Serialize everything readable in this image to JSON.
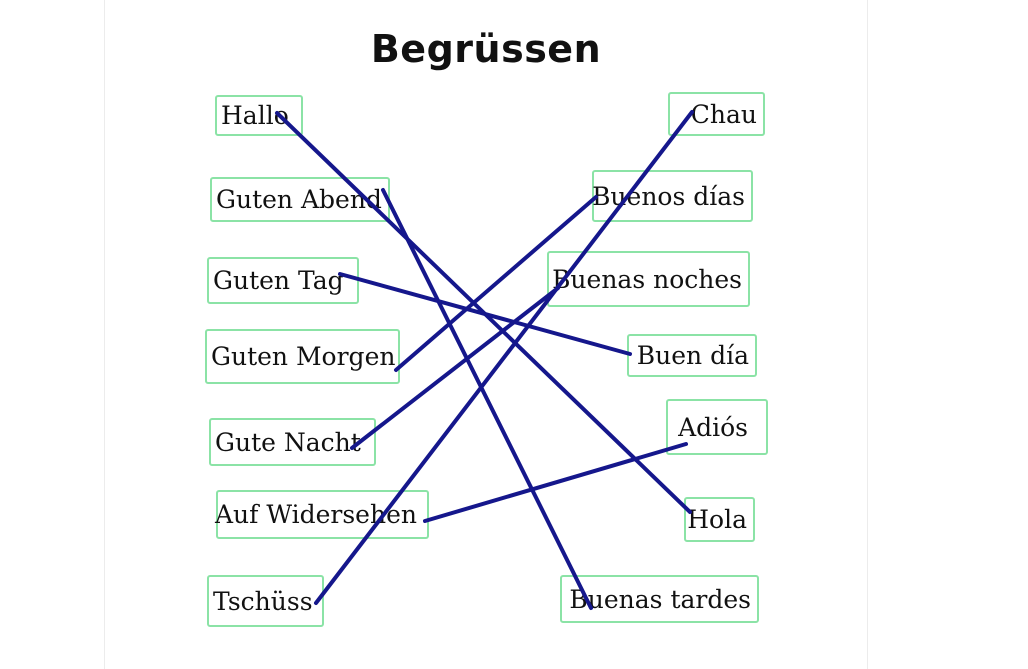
{
  "title": "Begrüssen",
  "left_words": [
    "Hallo",
    "Guten Abend",
    "Guten Tag",
    "Guten Morgen",
    "Gute Nacht",
    "Auf Widersehen",
    "Tschüss"
  ],
  "right_words": [
    "Chau",
    "Buenos días",
    "Buenas noches",
    "Buen día",
    "Adiós",
    "Hola",
    "Buenas tardes"
  ],
  "connections": [
    {
      "left": "Hallo",
      "right": "Hola"
    },
    {
      "left": "Guten Abend",
      "right": "Buenas tardes"
    },
    {
      "left": "Guten Tag",
      "right": "Buen día"
    },
    {
      "left": "Guten Morgen",
      "right": "Buenos días"
    },
    {
      "left": "Gute Nacht",
      "right": "Buenas noches"
    },
    {
      "left": "Auf Widersehen",
      "right": "Adiós"
    },
    {
      "left": "Tschüss",
      "right": "Chau"
    }
  ],
  "colors": {
    "line": "#15178c",
    "box_border": "#8be3a6"
  }
}
